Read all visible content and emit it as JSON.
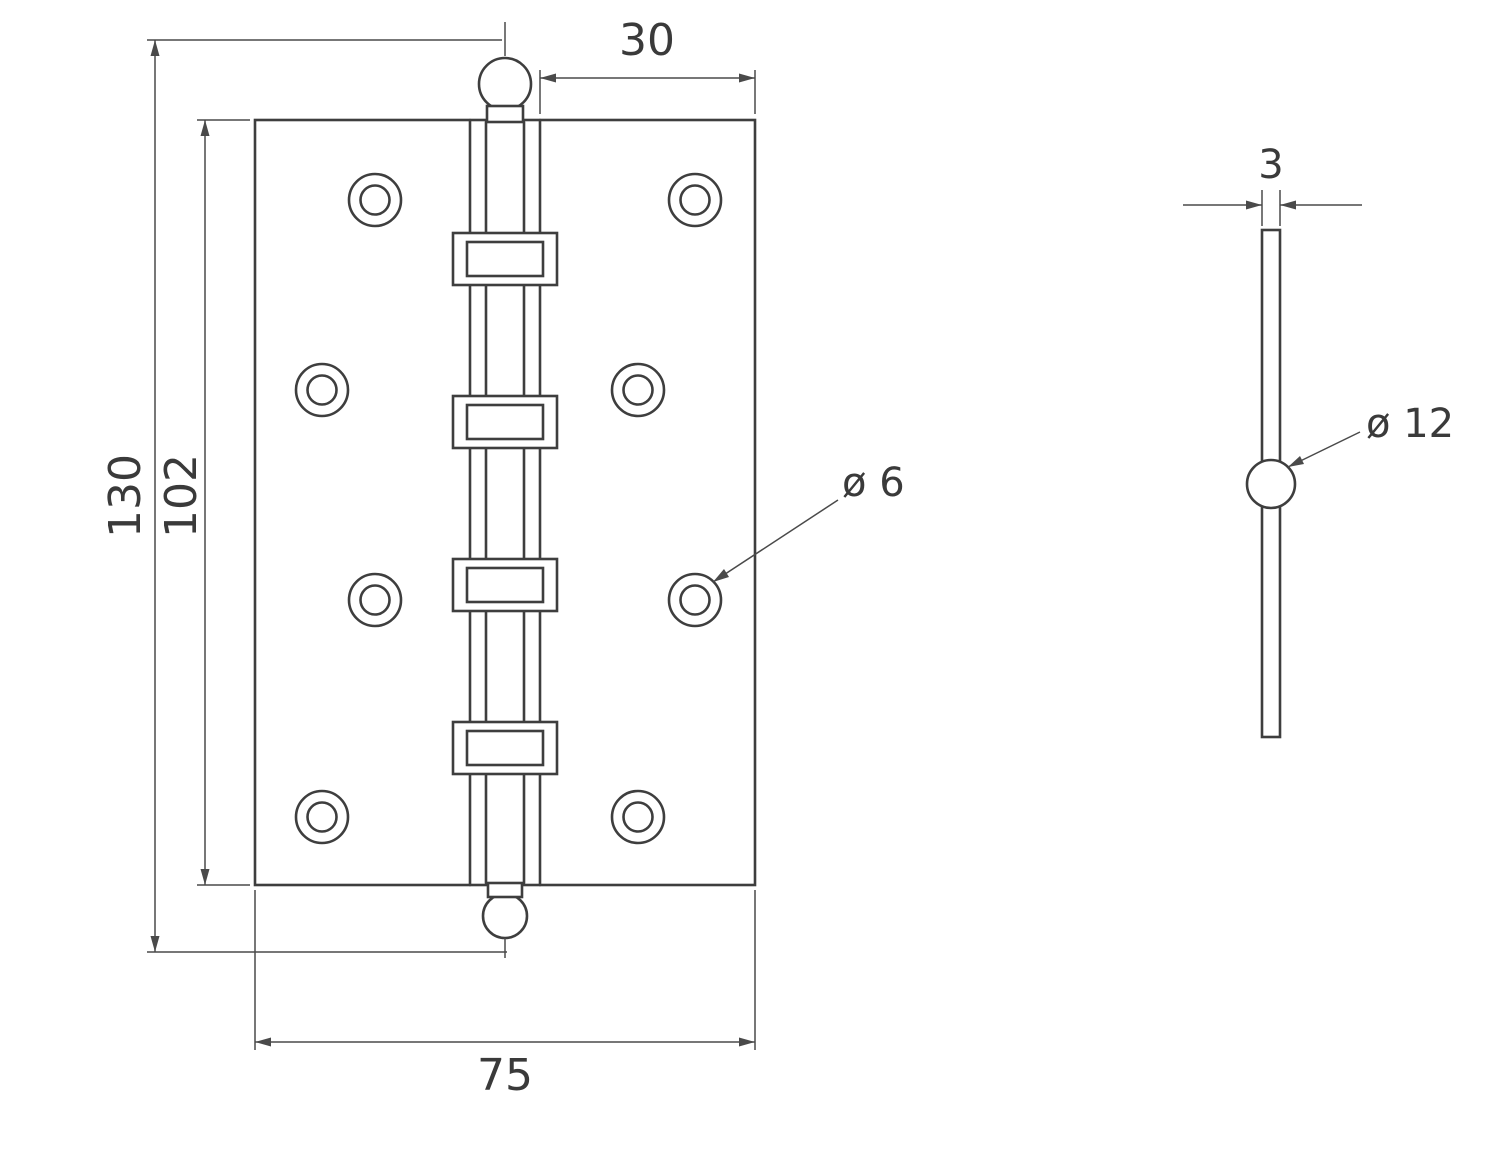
{
  "front_view": {
    "overall_height": "130",
    "leaf_height": "102",
    "leaf_width": "30",
    "overall_width": "75",
    "screw_hole_diameter": "ø 6"
  },
  "side_view": {
    "plate_thickness": "3",
    "barrel_diameter": "ø 12"
  }
}
